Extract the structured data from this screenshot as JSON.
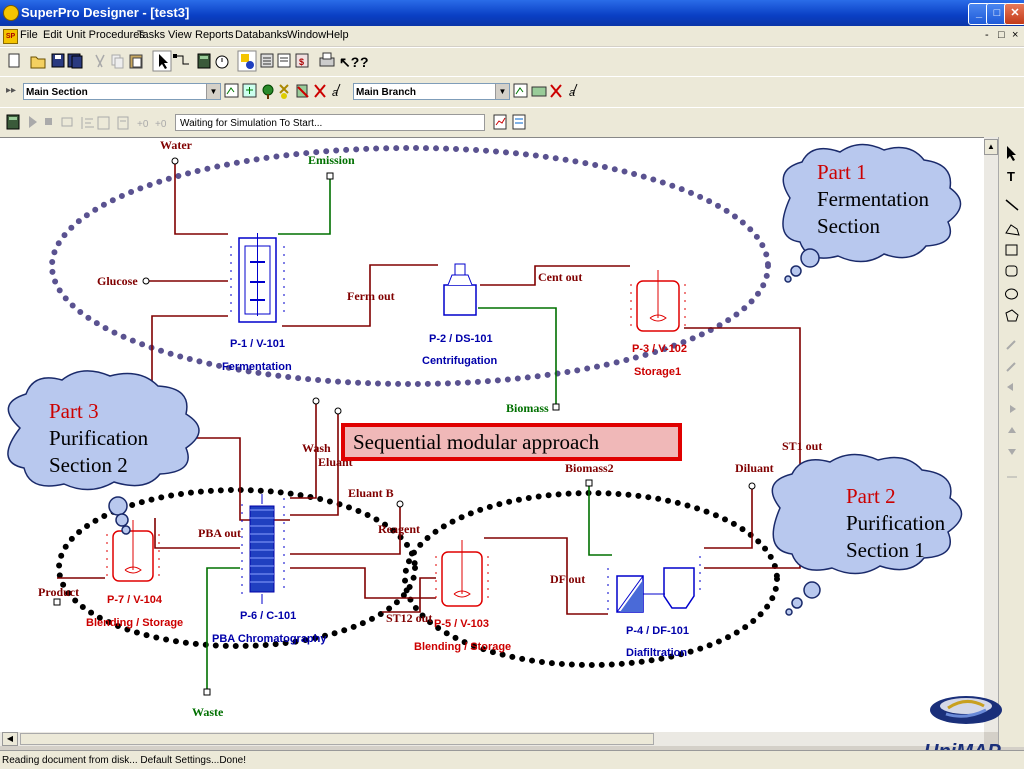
{
  "window": {
    "title": "SuperPro Designer - [test3]",
    "buttons": {
      "minimize": "_",
      "maximize": "□",
      "close": "✕"
    }
  },
  "menu": {
    "items": [
      "File",
      "Edit",
      "Unit Procedures",
      "Tasks",
      "View",
      "Reports",
      "Databanks",
      "Window",
      "Help"
    ],
    "mdi": [
      "-",
      "□",
      "×"
    ]
  },
  "toolbar2": {
    "section_select": "Main Section",
    "branch_select": "Main Branch"
  },
  "toolbar3": {
    "simulation_status": "Waiting for Simulation To Start..."
  },
  "diagram": {
    "streams": {
      "water": "Water",
      "emission": "Emission",
      "glucose": "Glucose",
      "ferm_out": "Ferm out",
      "cent_out": "Cent out",
      "biomass": "Biomass",
      "biomass2": "Biomass2",
      "wash": "Wash",
      "eluant": "Eluant",
      "eluant_b": "Eluant B",
      "reagent": "Reagent",
      "pba_out": "PBA out",
      "product": "Product",
      "waste": "Waste",
      "st12_out": "ST12 out",
      "df_out": "DF out",
      "diluant": "Diluant",
      "st1_out": "ST1 out"
    },
    "units": {
      "p1_id": "P-1 / V-101",
      "p1_name": "Fermentation",
      "p2_id": "P-2 / DS-101",
      "p2_name": "Centrifugation",
      "p3_id": "P-3 / V-102",
      "p3_name": "Storage1",
      "p4_id": "P-4 / DF-101",
      "p4_name": "Diafiltration",
      "p5_id": "P-5 / V-103",
      "p5_name": "Blending / Storage",
      "p6_id": "P-6 / C-101",
      "p6_name": "PBA Chromatography",
      "p7_id": "P-7 / V-104",
      "p7_name": "Blending / Storage"
    },
    "clouds": {
      "part1_hdr": "Part 1",
      "part1_l1": "Fermentation",
      "part1_l2": "Section",
      "part2_hdr": "Part 2",
      "part2_l1": "Purification",
      "part2_l2": "Section 1",
      "part3_hdr": "Part 3",
      "part3_l1": "Purification",
      "part3_l2": "Section 2"
    },
    "banner": "Sequential modular approach"
  },
  "logo": {
    "text": "UniMAP"
  },
  "status_bar": {
    "text": "Reading document from disk... Default Settings...Done!"
  },
  "colors": {
    "stream_dark_red": "#800000",
    "stream_green": "#007000",
    "unit_blue": "#0000cc",
    "unit_red": "#e00000",
    "cloud_fill": "#b8c8ee",
    "banner_border": "#e00000"
  }
}
